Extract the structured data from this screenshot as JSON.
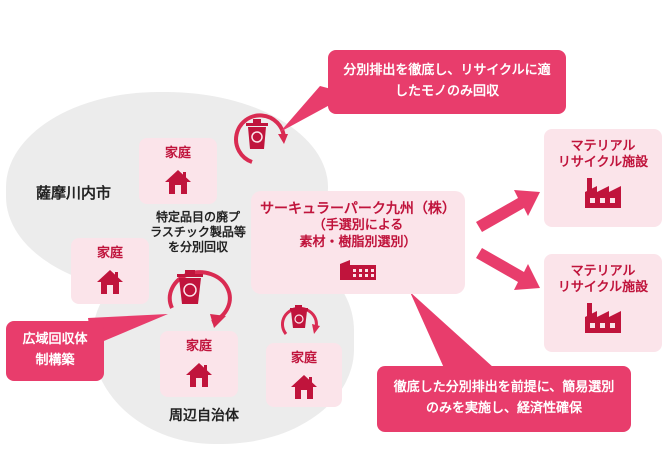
{
  "colors": {
    "accent": "#e83d6c",
    "icon": "#c0143c",
    "card_bg": "#fbe4ea",
    "blob": "#ececec"
  },
  "callouts": {
    "top": "分別排出を徹底し、リサイクルに適したモノのみ回収",
    "left": "広域回収体制構築",
    "bottom": "徹底した分別排出を前提に、簡易選別のみを実施し、経済性確保"
  },
  "regions": {
    "satsuma": "薩摩川内市",
    "surrounding": "周辺自治体"
  },
  "note": "特定品目の廃プラスチック製品等を分別回収",
  "household_label": "家庭",
  "center": {
    "line1": "サーキュラーパーク九州（株）",
    "line2": "（手選別による",
    "line3": "素材・樹脂別選別）"
  },
  "facilities": [
    {
      "line1": "マテリアル",
      "line2": "リサイクル施設"
    },
    {
      "line1": "マテリアル",
      "line2": "リサイクル施設"
    }
  ],
  "icons": [
    "house-icon",
    "recycle-bin-icon",
    "factory-icon",
    "building-icon",
    "arrow-icon"
  ]
}
